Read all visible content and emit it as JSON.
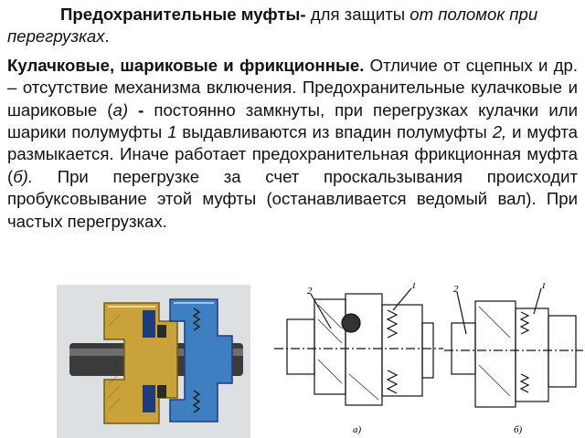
{
  "paragraph1": {
    "bold_lead": "Предохранительные муфты-",
    "text_a": " для защиты ",
    "italic_a": "от поломок при перегрузках",
    "text_b": "."
  },
  "paragraph2": {
    "bold_lead": "Кулачковые, шариковые и фрикционные.",
    "t1": " Отличие от сцепных и др. – отсутствие механизма включения. Предохранительные кулачковые и шариковые (",
    "i_a": "а)",
    "b_dash": " -",
    "t2": " постоянно замкнуты, при перегрузках кулачки или шарики полумуфты ",
    "i_1": "1",
    "t3": " выдавливаются из впадин полумуфты ",
    "i_2": "2,",
    "t4": " и муфта размыкается. Иначе работает предохранительная фрикционная муфта (",
    "i_b": "б).",
    "t5": " При перегрузке за счет проскальзывания происходит пробуксовывание этой муфты (останавливается ведомый вал). При частых перегрузках."
  },
  "figures": {
    "label_a": "а)",
    "label_b": "б)",
    "num_1": "1",
    "num_2": "2",
    "colors": {
      "gold": "#c9a33a",
      "blue": "#3d7fc0",
      "shaft": "#3b3b3b",
      "dark_blue": "#1f3c7a"
    }
  }
}
